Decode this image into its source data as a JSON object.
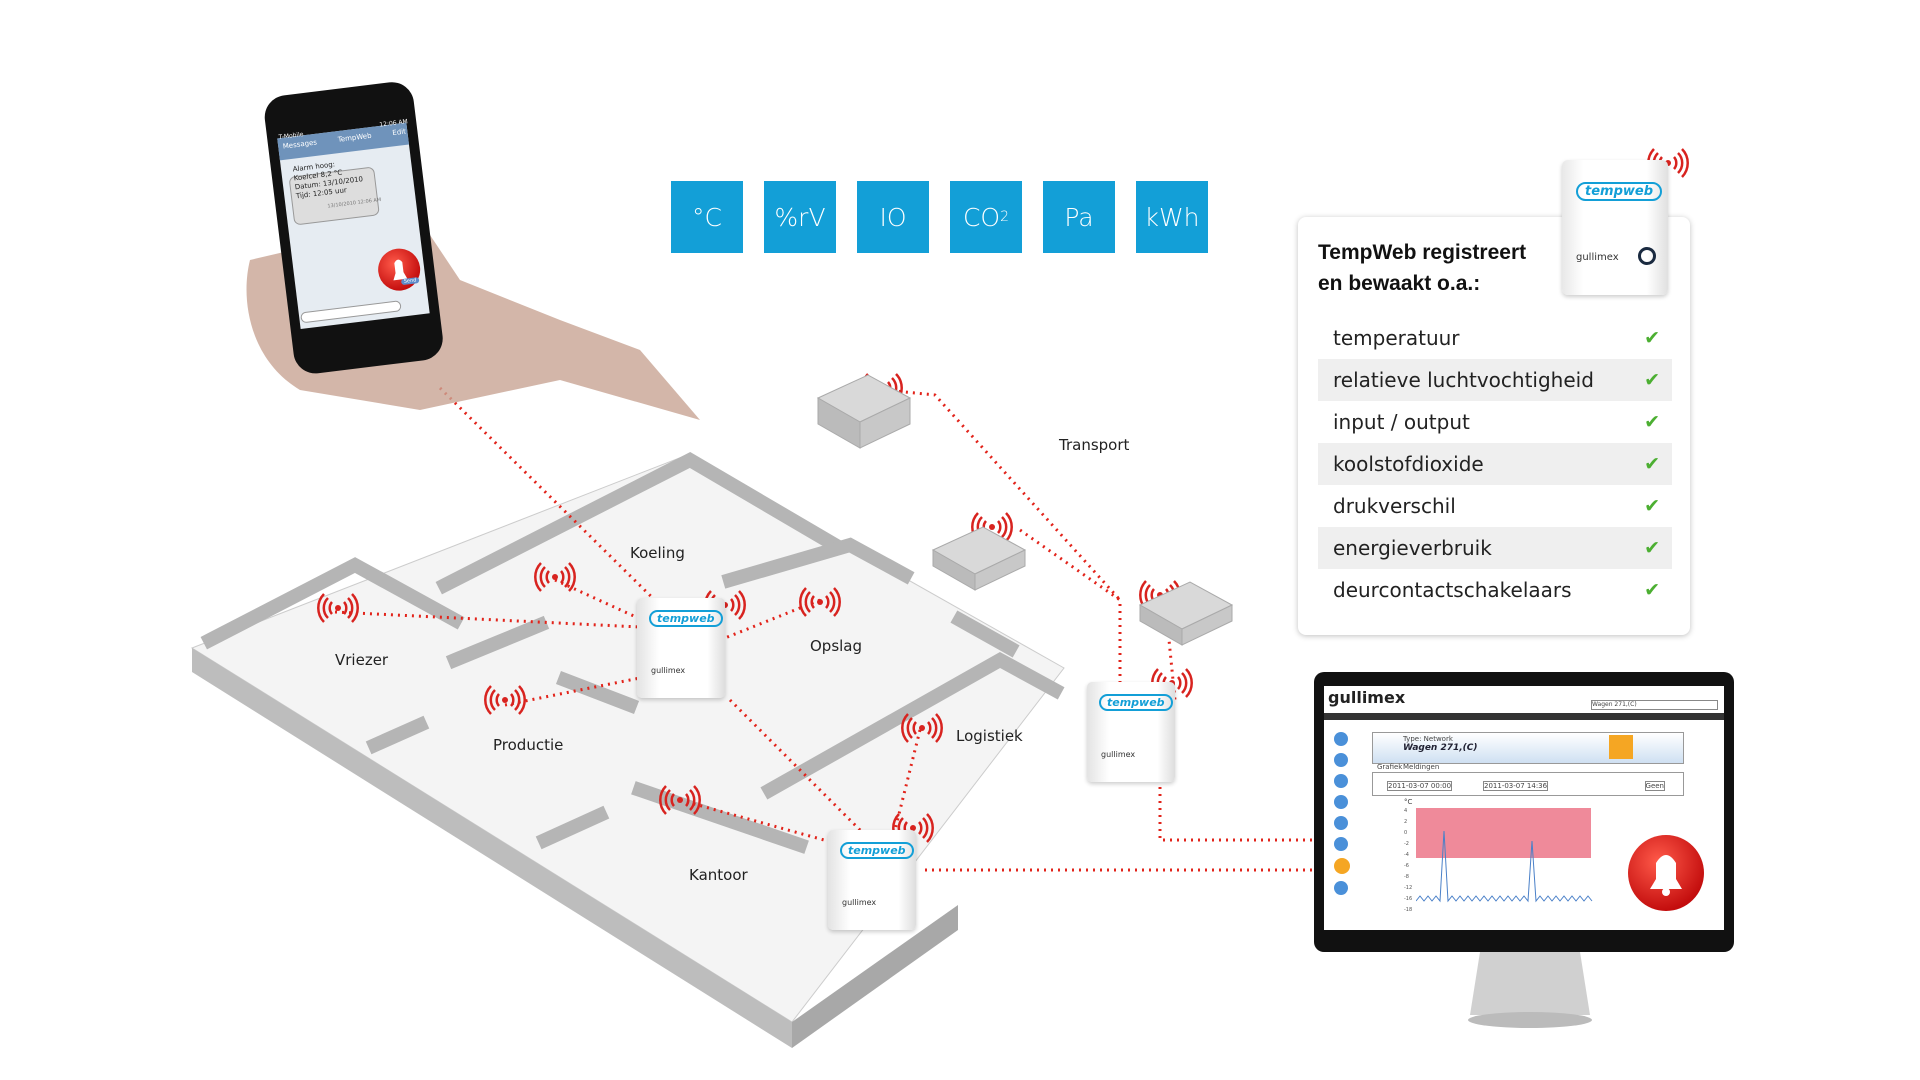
{
  "units": [
    {
      "label": "°C"
    },
    {
      "label": "%rV"
    },
    {
      "label": "IO"
    },
    {
      "label": "CO",
      "sub": "2"
    },
    {
      "label": "Pa"
    },
    {
      "label": "kWh"
    }
  ],
  "card": {
    "title_line1": "TempWeb registreert",
    "title_line2": "en bewaakt o.a.:",
    "items": [
      "temperatuur",
      "relatieve luchtvochtigheid",
      "input / output",
      "koolstofdioxide",
      "drukverschil",
      "energieverbruik",
      "deurcontactschakelaars"
    ],
    "check": "✔"
  },
  "rooms": {
    "koeling": "Koeling",
    "vriezer": "Vriezer",
    "opslag": "Opslag",
    "productie": "Productie",
    "logistiek": "Logistiek",
    "kantoor": "Kantoor",
    "transport": "Transport"
  },
  "device": {
    "brand": "tempweb",
    "maker": "gullimex"
  },
  "phone": {
    "carrier": "T-Mobile",
    "time": "12:06 AM",
    "title": "TempWeb",
    "back": "Messages",
    "edit": "Edit",
    "sms_lines": [
      "Alarm hoog:",
      "Koelcel 8,2 °C",
      "Datum: 13/10/2010",
      "Tijd: 12:05 uur"
    ],
    "timestamp": "13/10/2010 12:06 AM",
    "send": "Send"
  },
  "monitor": {
    "logo": "gullimex",
    "selector": "Wagen 271,(C)",
    "type": "Type: Network",
    "node": "Wagen 271,(C)",
    "tabs": [
      "Grafiek",
      "Meldingen"
    ],
    "from": "2011-03-07 00:00",
    "to": "2011-03-07 14:36",
    "interval": "Geen",
    "y_ticks": [
      "4",
      "2",
      "0",
      "-2",
      "-4",
      "-6",
      "-8",
      "-12",
      "-16",
      "-18"
    ],
    "unit": "°C"
  },
  "colors": {
    "accent": "#139fd7",
    "alarm": "#e02020",
    "link": "#e2231a",
    "check": "#4caf32"
  }
}
